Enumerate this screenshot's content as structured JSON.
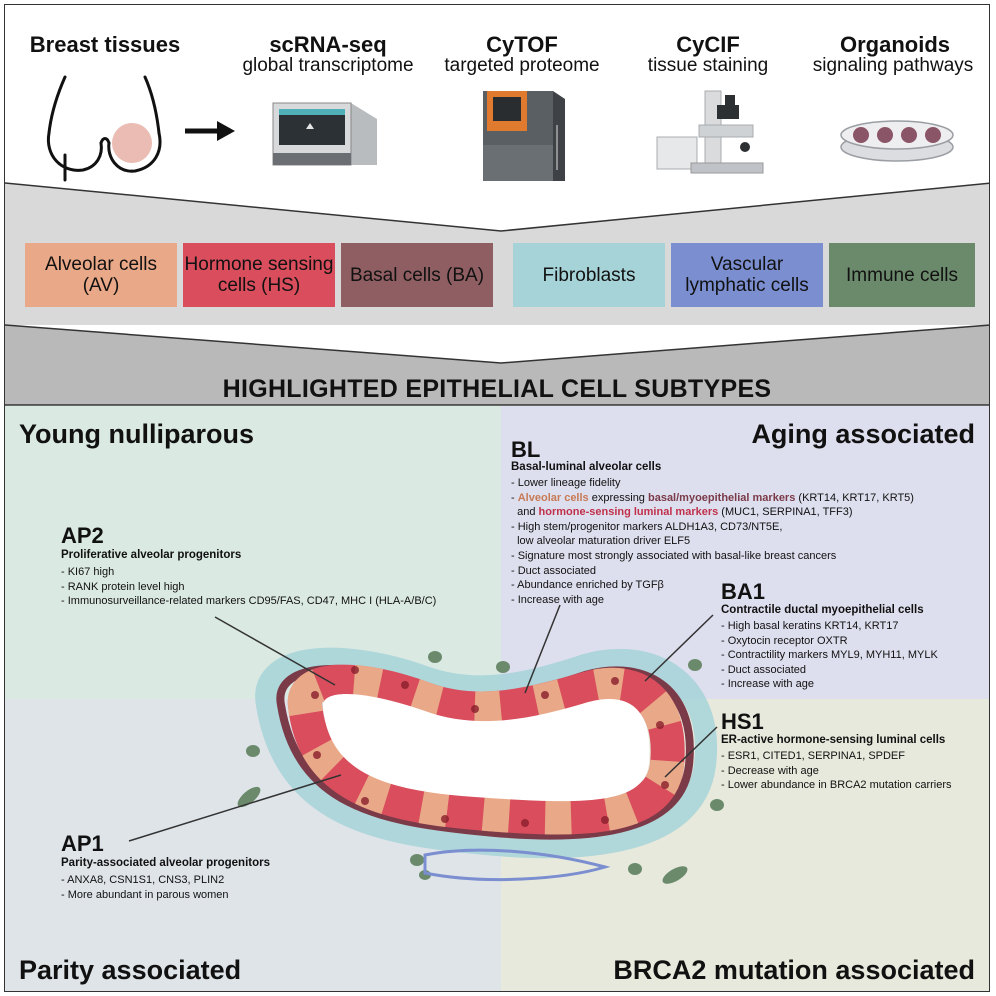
{
  "techniques": [
    {
      "title": "Breast tissues",
      "subtitle": ""
    },
    {
      "title": "scRNA-seq",
      "subtitle": "global transcriptome"
    },
    {
      "title": "CyTOF",
      "subtitle": "targeted proteome"
    },
    {
      "title": "CyCIF",
      "subtitle": "tissue staining"
    },
    {
      "title": "Organoids",
      "subtitle": "signaling pathways"
    }
  ],
  "cell_types": [
    {
      "label": "Alveolar cells (AV)",
      "color": "#e9a887"
    },
    {
      "label": "Hormone sensing cells (HS)",
      "color": "#d94d5c"
    },
    {
      "label": "Basal cells (BA)",
      "color": "#8f5e62"
    },
    {
      "label": "Fibroblasts",
      "color": "#a6d3d8"
    },
    {
      "label": "Vascular lymphatic cells",
      "color": "#7a8ed0"
    },
    {
      "label": "Immune cells",
      "color": "#6b8a6c"
    }
  ],
  "banner": "HIGHLIGHTED EPITHELIAL CELL SUBTYPES",
  "quadrants": {
    "top_left": {
      "title": "Young nulliparous",
      "color": "#dbe9e3"
    },
    "top_right": {
      "title": "Aging associated",
      "color": "#dedfee"
    },
    "bottom_left": {
      "title": "Parity associated",
      "color": "#dfe4e9"
    },
    "bottom_right": {
      "title": "BRCA2 mutation associated",
      "color": "#e7e9dc"
    }
  },
  "subtypes": {
    "AP2": {
      "name": "AP2",
      "description": "Proliferative alveolar progenitors",
      "bullets": [
        "- KI67 high",
        "- RANK protein level high",
        "- Immunosurveillance-related markers CD95/FAS, CD47, MHC I (HLA-A/B/C)"
      ]
    },
    "BL": {
      "name": "BL",
      "description": "Basal-luminal alveolar cells",
      "line1": "- Lower lineage fidelity",
      "line2_prefix": "- ",
      "line2_av": "Alveolar cells",
      "line2_mid": " expressing ",
      "line2_ba": "basal/myoepithelial markers",
      "line2_end": " (KRT14, KRT17, KRT5)",
      "line3_prefix": "  and ",
      "line3_hs": "hormone-sensing luminal markers",
      "line3_end": " (MUC1, SERPINA1, TFF3)",
      "bullets_rest": [
        "- High stem/progenitor markers ALDH1A3, CD73/NT5E,",
        "  low alveolar maturation driver ELF5",
        "- Signature most strongly associated with basal-like breast cancers",
        "- Duct associated",
        "- Abundance enriched by TGFβ",
        "- Increase with age"
      ]
    },
    "BA1": {
      "name": "BA1",
      "description": "Contractile ductal myoepithelial cells",
      "bullets": [
        "- High basal keratins KRT14, KRT17",
        "- Oxytocin receptor OXTR",
        "- Contractility markers MYL9, MYH11, MYLK",
        "- Duct associated",
        "- Increase with age"
      ]
    },
    "HS1": {
      "name": "HS1",
      "description": "ER-active hormone-sensing luminal cells",
      "bullets": [
        "- ESR1, CITED1, SERPINA1, SPDEF",
        "- Decrease with age",
        "- Lower abundance in BRCA2 mutation carriers"
      ]
    },
    "AP1": {
      "name": "AP1",
      "description": "Parity-associated alveolar progenitors",
      "bullets": [
        "- ANXA8, CSN1S1, CNS3, PLIN2",
        "- More abundant in parous women"
      ]
    }
  }
}
